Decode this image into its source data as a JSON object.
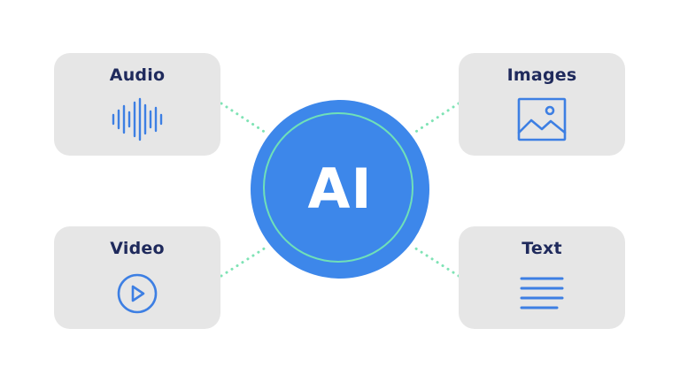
{
  "colors": {
    "card_background": "#e6e6e6",
    "card_title": "#1f2a5c",
    "icon_blue": "#3d7fe3",
    "hub_blue": "#3d87ea",
    "hub_ring": "#6fe0b8",
    "connector_dots": "#7fe3b5"
  },
  "hub": {
    "label": "AI"
  },
  "cards": {
    "audio": {
      "title": "Audio",
      "icon": "audio-waveform-icon"
    },
    "images": {
      "title": "Images",
      "icon": "image-icon"
    },
    "video": {
      "title": "Video",
      "icon": "play-circle-icon"
    },
    "text": {
      "title": "Text",
      "icon": "text-lines-icon"
    }
  }
}
